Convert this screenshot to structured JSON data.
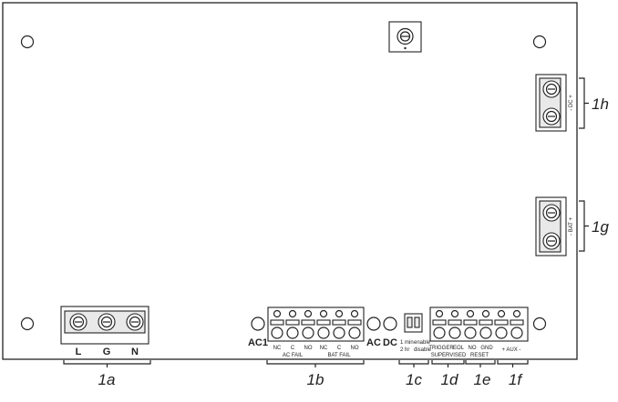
{
  "terminals": {
    "ac_input": [
      "L",
      "G",
      "N"
    ],
    "ac_fail_contacts": [
      "NC",
      "C",
      "NO"
    ],
    "ac_fail_label": "AC FAIL",
    "bat_fail_contacts": [
      "NC",
      "C",
      "NO"
    ],
    "bat_fail_label": "BAT FAIL",
    "ac1_label": "AC1",
    "ac_led_label": "AC",
    "dc_led_label": "DC",
    "timer_options": [
      "1 min",
      "2 hr"
    ],
    "timer_modes": [
      "enable",
      "disable"
    ],
    "trigger": [
      "TRIGGER",
      "EOL"
    ],
    "supervised_label": "SUPERVISED",
    "reset_pins": [
      "NO",
      "GND"
    ],
    "reset_label": "RESET",
    "aux_label": "+ AUX -",
    "dc_output": "- DC +",
    "battery": "- BAT +"
  },
  "callouts": {
    "c1a": "1a",
    "c1b": "1b",
    "c1c": "1c",
    "c1d": "1d",
    "c1e": "1e",
    "c1f": "1f",
    "c1g": "1g",
    "c1h": "1h"
  }
}
